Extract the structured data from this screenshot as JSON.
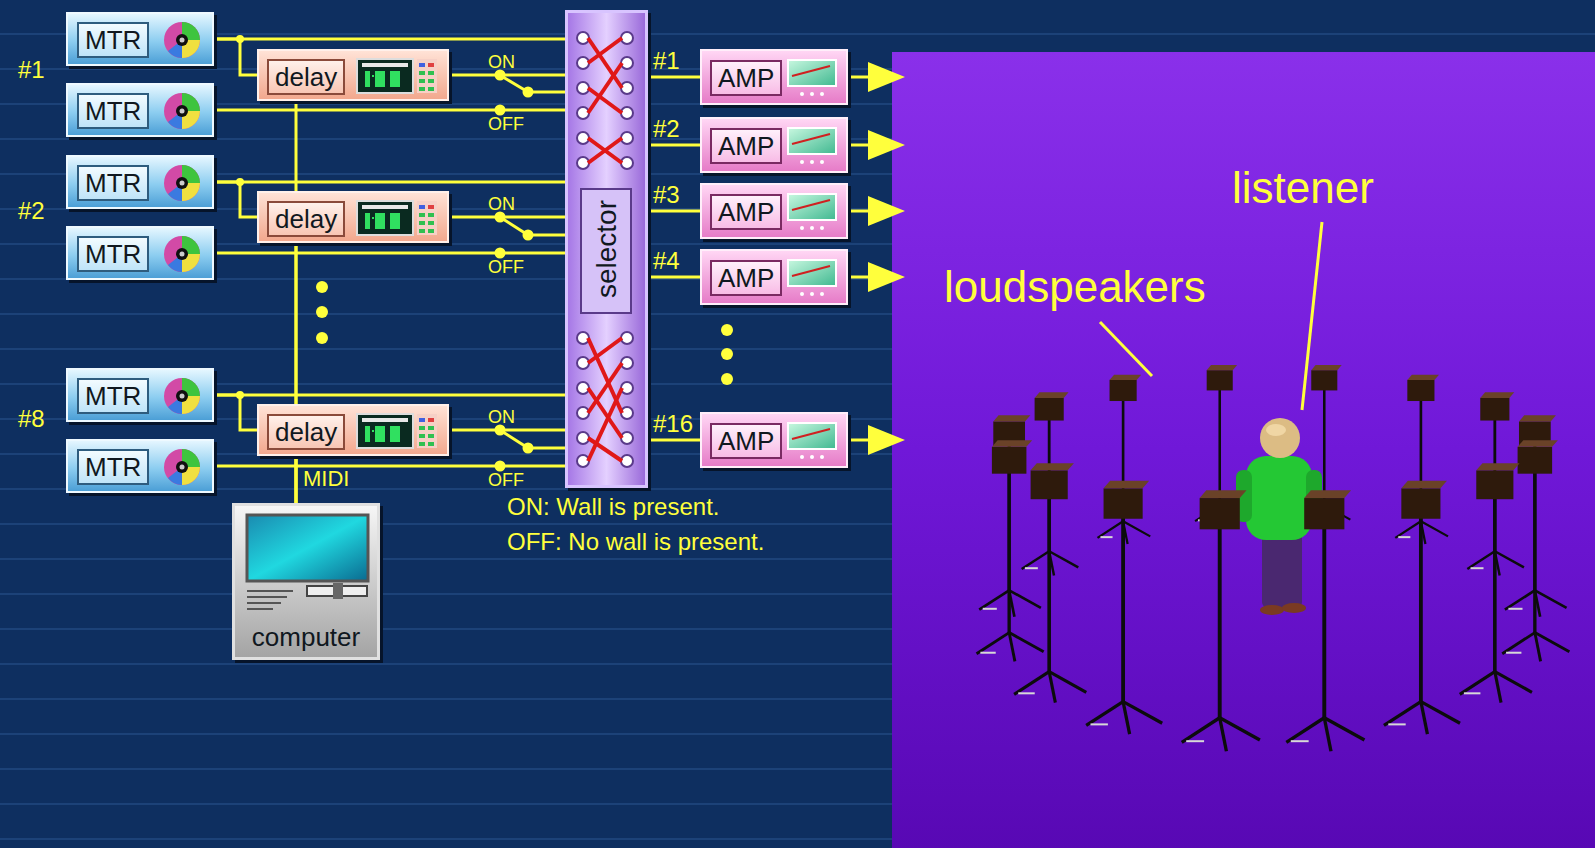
{
  "diagram": {
    "nodes": [
      {
        "text": [
          "MTR"
        ]
      },
      {
        "text": [
          "delay"
        ]
      },
      {
        "text": [
          "MTR"
        ]
      },
      {
        "text": [
          "MTR"
        ]
      },
      {
        "text": [
          "delay"
        ]
      },
      {
        "text": [
          "MTR"
        ]
      },
      {
        "text": [
          "MTR"
        ]
      },
      {
        "text": [
          "delay"
        ]
      },
      {
        "text": [
          "MTR"
        ]
      },
      {
        "text": [
          "computer"
        ]
      },
      {
        "text": [
          "selector"
        ]
      },
      {
        "text": [
          "AMP"
        ]
      },
      {
        "text": [
          "AMP"
        ]
      },
      {
        "text": [
          "AMP"
        ]
      },
      {
        "text": [
          "AMP"
        ]
      },
      {
        "text": [
          "AMP"
        ]
      }
    ],
    "edges": [
      {
        "from": 0,
        "to": 1,
        "arrow": "none"
      },
      {
        "from": 0,
        "to": 10,
        "arrow": "none"
      },
      {
        "from": 1,
        "to": 10,
        "arrow": "none"
      },
      {
        "from": 2,
        "to": 10,
        "arrow": "none"
      },
      {
        "from": 3,
        "to": 4,
        "arrow": "none"
      },
      {
        "from": 3,
        "to": 10,
        "arrow": "none"
      },
      {
        "from": 4,
        "to": 10,
        "arrow": "none"
      },
      {
        "from": 5,
        "to": 10,
        "arrow": "none"
      },
      {
        "from": 6,
        "to": 7,
        "arrow": "none"
      },
      {
        "from": 6,
        "to": 10,
        "arrow": "none"
      },
      {
        "from": 7,
        "to": 10,
        "arrow": "none"
      },
      {
        "from": 8,
        "to": 10,
        "arrow": "none"
      },
      {
        "from": 9,
        "to": 1,
        "arrow": "none"
      },
      {
        "from": 9,
        "to": 4,
        "arrow": "none"
      },
      {
        "from": 9,
        "to": 7,
        "label": "MIDI",
        "arrow": "none"
      },
      {
        "from": 10,
        "to": 11,
        "label": "#1",
        "arrow": "none"
      },
      {
        "from": 10,
        "to": 12,
        "label": "#2",
        "arrow": "none"
      },
      {
        "from": 10,
        "to": 13,
        "label": "#3",
        "arrow": "none"
      },
      {
        "from": 10,
        "to": 14,
        "label": "#4",
        "arrow": "none"
      },
      {
        "from": 10,
        "to": 15,
        "label": "#16",
        "arrow": "none"
      }
    ],
    "labels": [
      "#1",
      "#2",
      "#8",
      "ON",
      "OFF",
      "ON",
      "OFF",
      "ON",
      "OFF",
      "ON: Wall is present.",
      "OFF: No wall is present.",
      "loudspeakers",
      "listener"
    ]
  }
}
